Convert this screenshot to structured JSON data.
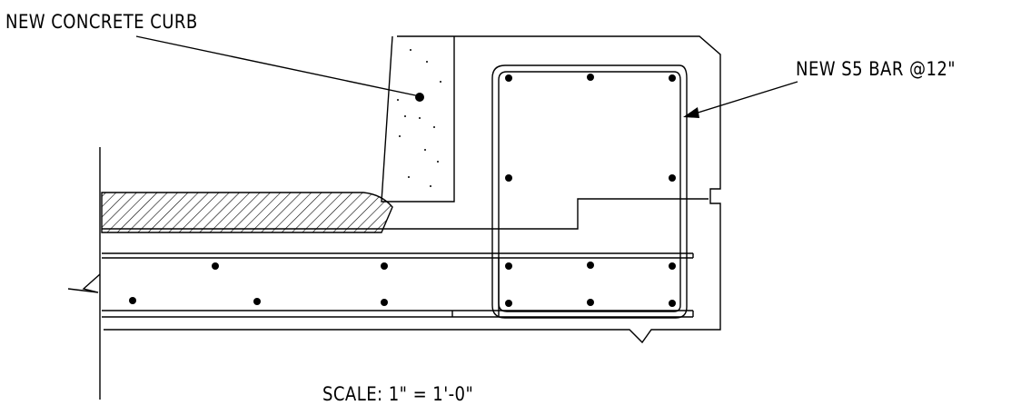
{
  "labels": {
    "curb_callout": "NEW CONCRETE CURB",
    "bar_callout": "NEW S5 BAR @12\"",
    "scale_note": "SCALE: 1\" = 1'-0\""
  },
  "colors": {
    "line": "#000000",
    "background": "#ffffff"
  }
}
